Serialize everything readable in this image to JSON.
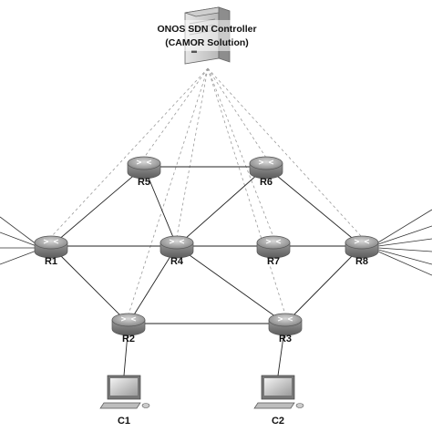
{
  "controller": {
    "title_line1": "ONOS SDN Controller",
    "title_line2": "(CAMOR Solution)",
    "icon": "server-icon"
  },
  "routers": [
    {
      "id": "R1",
      "label": "R1"
    },
    {
      "id": "R2",
      "label": "R2"
    },
    {
      "id": "R3",
      "label": "R3"
    },
    {
      "id": "R4",
      "label": "R4"
    },
    {
      "id": "R5",
      "label": "R5"
    },
    {
      "id": "R6",
      "label": "R6"
    },
    {
      "id": "R7",
      "label": "R7"
    },
    {
      "id": "R8",
      "label": "R8"
    }
  ],
  "hosts": [
    {
      "id": "C1",
      "label": "C1",
      "icon": "computer-icon"
    },
    {
      "id": "C2",
      "label": "C2",
      "icon": "computer-icon"
    }
  ],
  "links": [
    [
      "R1",
      "R5"
    ],
    [
      "R1",
      "R4"
    ],
    [
      "R1",
      "R2"
    ],
    [
      "R5",
      "R6"
    ],
    [
      "R5",
      "R4"
    ],
    [
      "R6",
      "R4"
    ],
    [
      "R6",
      "R8"
    ],
    [
      "R4",
      "R7"
    ],
    [
      "R7",
      "R8"
    ],
    [
      "R4",
      "R2"
    ],
    [
      "R2",
      "R3"
    ],
    [
      "R3",
      "R8"
    ],
    [
      "R4",
      "R3"
    ],
    [
      "R2",
      "C1"
    ],
    [
      "R3",
      "C2"
    ]
  ],
  "control_links": [
    "R1",
    "R2",
    "R3",
    "R4",
    "R5",
    "R6",
    "R7",
    "R8"
  ]
}
